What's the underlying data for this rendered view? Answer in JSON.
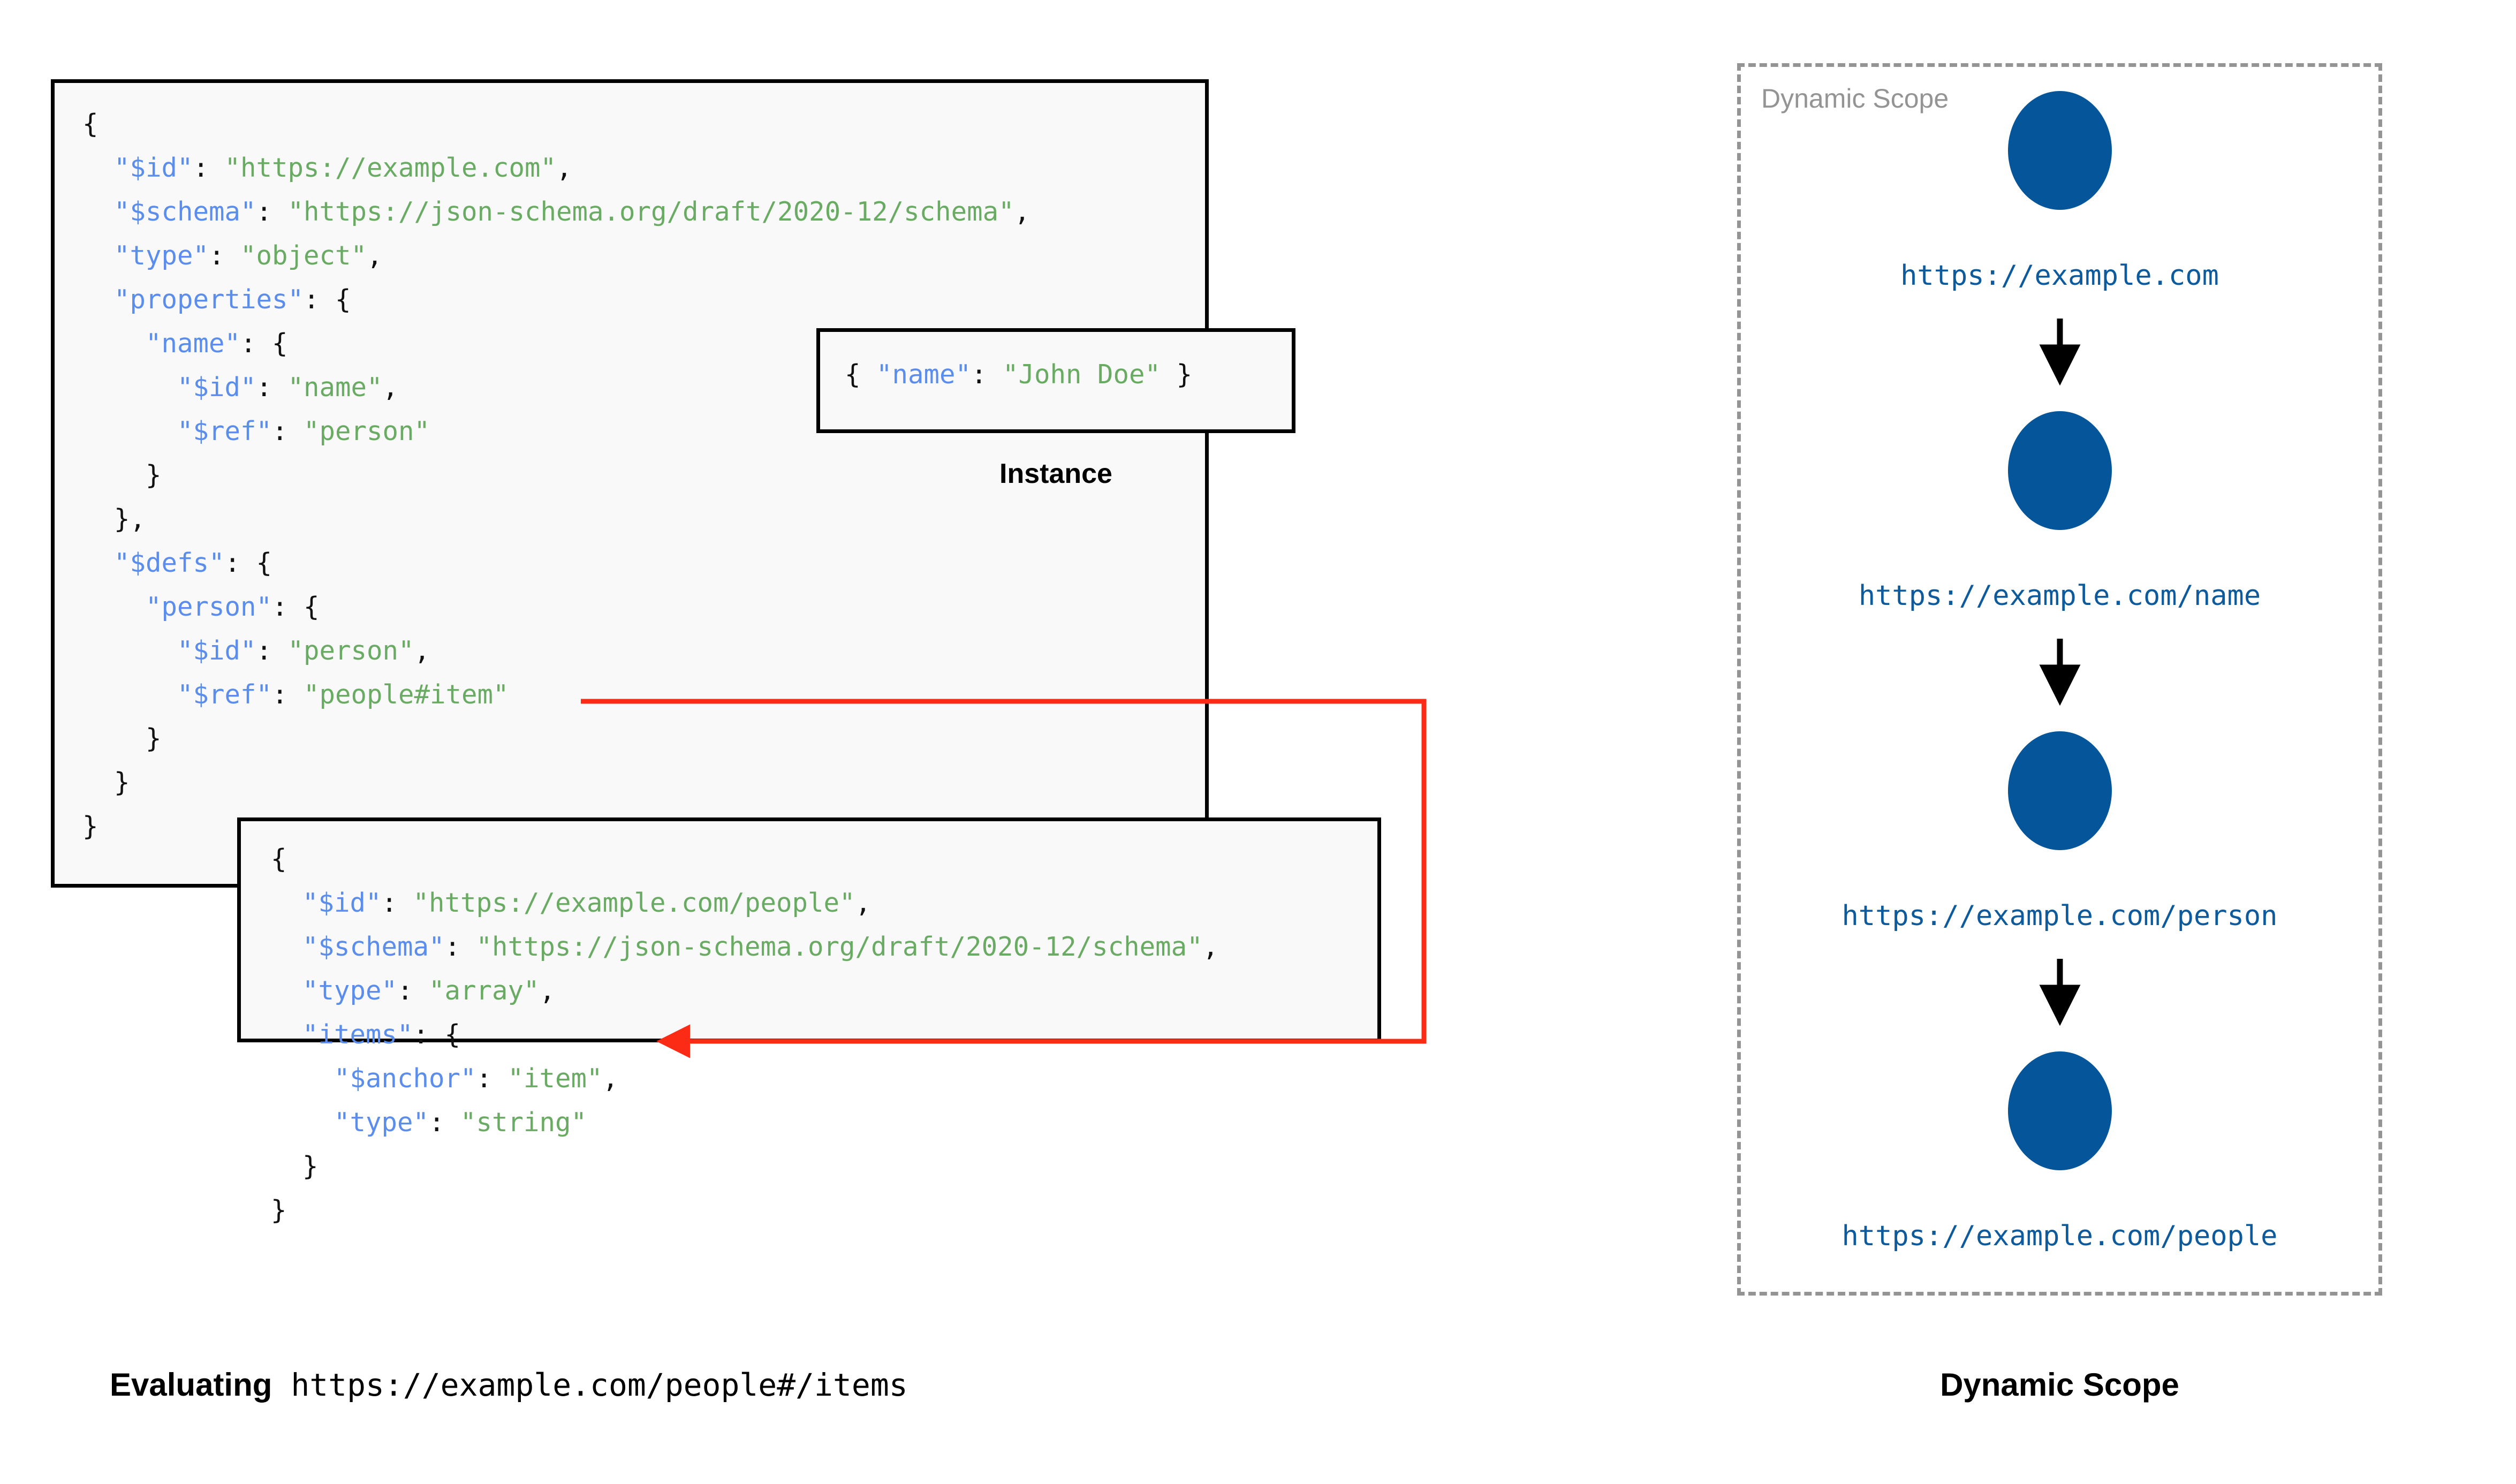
{
  "diagram": {
    "title_left": "Evaluating https://example.com/people#/items",
    "title_right": "Dynamic Scope"
  },
  "schema_root": {
    "name": "root-schema",
    "lines": [
      {
        "indent": 0,
        "parts": [
          {
            "t": "{",
            "c": "p"
          }
        ]
      },
      {
        "indent": 1,
        "parts": [
          {
            "t": "\"$id\"",
            "c": "k"
          },
          {
            "t": ": ",
            "c": "p"
          },
          {
            "t": "\"https://example.com\"",
            "c": "v"
          },
          {
            "t": ",",
            "c": "p"
          }
        ]
      },
      {
        "indent": 1,
        "parts": [
          {
            "t": "\"$schema\"",
            "c": "k"
          },
          {
            "t": ": ",
            "c": "p"
          },
          {
            "t": "\"https://json-schema.org/draft/2020-12/schema\"",
            "c": "v"
          },
          {
            "t": ",",
            "c": "p"
          }
        ]
      },
      {
        "indent": 1,
        "parts": [
          {
            "t": "\"type\"",
            "c": "k"
          },
          {
            "t": ": ",
            "c": "p"
          },
          {
            "t": "\"object\"",
            "c": "v"
          },
          {
            "t": ",",
            "c": "p"
          }
        ]
      },
      {
        "indent": 1,
        "parts": [
          {
            "t": "\"properties\"",
            "c": "k"
          },
          {
            "t": ": {",
            "c": "p"
          }
        ]
      },
      {
        "indent": 2,
        "parts": [
          {
            "t": "\"name\"",
            "c": "k"
          },
          {
            "t": ": {",
            "c": "p"
          }
        ]
      },
      {
        "indent": 3,
        "parts": [
          {
            "t": "\"$id\"",
            "c": "k"
          },
          {
            "t": ": ",
            "c": "p"
          },
          {
            "t": "\"name\"",
            "c": "v"
          },
          {
            "t": ",",
            "c": "p"
          }
        ]
      },
      {
        "indent": 3,
        "parts": [
          {
            "t": "\"$ref\"",
            "c": "k"
          },
          {
            "t": ": ",
            "c": "p"
          },
          {
            "t": "\"person\"",
            "c": "v"
          }
        ]
      },
      {
        "indent": 2,
        "parts": [
          {
            "t": "}",
            "c": "p"
          }
        ]
      },
      {
        "indent": 1,
        "parts": [
          {
            "t": "},",
            "c": "p"
          }
        ]
      },
      {
        "indent": 1,
        "parts": [
          {
            "t": "\"$defs\"",
            "c": "k"
          },
          {
            "t": ": {",
            "c": "p"
          }
        ]
      },
      {
        "indent": 2,
        "parts": [
          {
            "t": "\"person\"",
            "c": "k"
          },
          {
            "t": ": {",
            "c": "p"
          }
        ]
      },
      {
        "indent": 3,
        "parts": [
          {
            "t": "\"$id\"",
            "c": "k"
          },
          {
            "t": ": ",
            "c": "p"
          },
          {
            "t": "\"person\"",
            "c": "v"
          },
          {
            "t": ",",
            "c": "p"
          }
        ]
      },
      {
        "indent": 3,
        "parts": [
          {
            "t": "\"$ref\"",
            "c": "k"
          },
          {
            "t": ": ",
            "c": "p"
          },
          {
            "t": "\"people#item\"",
            "c": "v"
          }
        ]
      },
      {
        "indent": 2,
        "parts": [
          {
            "t": "}",
            "c": "p"
          }
        ]
      },
      {
        "indent": 1,
        "parts": [
          {
            "t": "}",
            "c": "p"
          }
        ]
      },
      {
        "indent": 0,
        "parts": [
          {
            "t": "}",
            "c": "p"
          }
        ]
      }
    ]
  },
  "schema_people": {
    "name": "people-schema",
    "lines": [
      {
        "indent": 0,
        "parts": [
          {
            "t": "{",
            "c": "p"
          }
        ]
      },
      {
        "indent": 1,
        "parts": [
          {
            "t": "\"$id\"",
            "c": "k"
          },
          {
            "t": ": ",
            "c": "p"
          },
          {
            "t": "\"https://example.com/people\"",
            "c": "v"
          },
          {
            "t": ",",
            "c": "p"
          }
        ]
      },
      {
        "indent": 1,
        "parts": [
          {
            "t": "\"$schema\"",
            "c": "k"
          },
          {
            "t": ": ",
            "c": "p"
          },
          {
            "t": "\"https://json-schema.org/draft/2020-12/schema\"",
            "c": "v"
          },
          {
            "t": ",",
            "c": "p"
          }
        ]
      },
      {
        "indent": 1,
        "parts": [
          {
            "t": "\"type\"",
            "c": "k"
          },
          {
            "t": ": ",
            "c": "p"
          },
          {
            "t": "\"array\"",
            "c": "v"
          },
          {
            "t": ",",
            "c": "p"
          }
        ]
      },
      {
        "indent": 1,
        "parts": [
          {
            "t": "\"items\"",
            "c": "k"
          },
          {
            "t": ": {",
            "c": "p"
          }
        ]
      },
      {
        "indent": 2,
        "parts": [
          {
            "t": "\"$anchor\"",
            "c": "k"
          },
          {
            "t": ": ",
            "c": "p"
          },
          {
            "t": "\"item\"",
            "c": "v"
          },
          {
            "t": ",",
            "c": "p"
          }
        ]
      },
      {
        "indent": 2,
        "parts": [
          {
            "t": "\"type\"",
            "c": "k"
          },
          {
            "t": ": ",
            "c": "p"
          },
          {
            "t": "\"string\"",
            "c": "v"
          }
        ]
      },
      {
        "indent": 1,
        "parts": [
          {
            "t": "}",
            "c": "p"
          }
        ]
      },
      {
        "indent": 0,
        "parts": [
          {
            "t": "}",
            "c": "p"
          }
        ]
      }
    ]
  },
  "instance": {
    "caption": "Instance",
    "lines": [
      {
        "indent": 0,
        "parts": [
          {
            "t": "{ ",
            "c": "p"
          },
          {
            "t": "\"name\"",
            "c": "k"
          },
          {
            "t": ": ",
            "c": "p"
          },
          {
            "t": "\"John Doe\"",
            "c": "v"
          },
          {
            "t": " }",
            "c": "p"
          }
        ]
      }
    ]
  },
  "dynamic_scope": {
    "label": "Dynamic Scope",
    "caption": "Dynamic Scope",
    "node_color": "#05559a",
    "label_color": "#0d5a9c",
    "border_color": "#949494",
    "nodes": [
      {
        "label": "https://example.com"
      },
      {
        "label": "https://example.com/name"
      },
      {
        "label": "https://example.com/person"
      },
      {
        "label": "https://example.com/people"
      }
    ]
  },
  "captions": {
    "eval_bold": "Evaluating",
    "eval_mono": " https://example.com/people#/items",
    "scope": "Dynamic Scope"
  },
  "colors": {
    "key": "#5b8ded",
    "value": "#6aab63",
    "punct": "#111111",
    "box_bg": "#f9f9f9",
    "box_border": "#000000",
    "arrow_red": "#fc2b15"
  }
}
